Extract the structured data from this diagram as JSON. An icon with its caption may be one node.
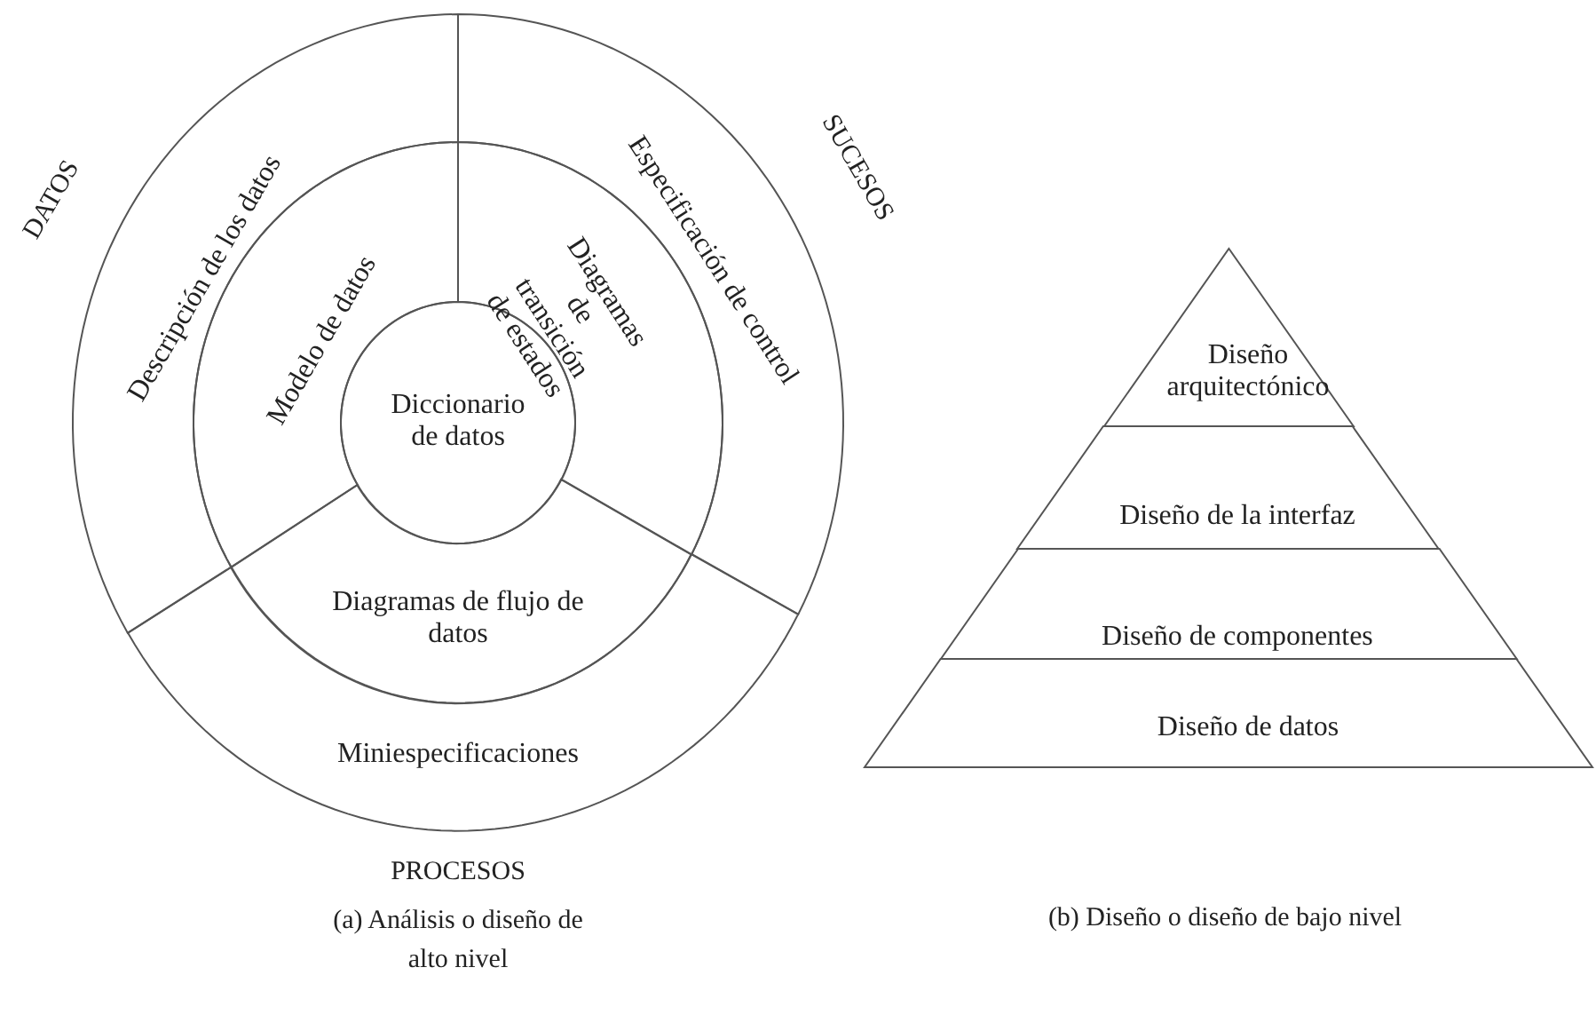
{
  "diagram": {
    "nodes": [
      {
        "text": [
          "Diccionario de datos"
        ]
      },
      {
        "text": [
          "Modelo de datos"
        ]
      },
      {
        "text": [
          "Diagramas de transición de estados"
        ]
      },
      {
        "text": [
          "Diagramas de flujo de datos"
        ]
      },
      {
        "text": [
          "Descripción de los datos"
        ]
      },
      {
        "text": [
          "Especificación de control"
        ]
      },
      {
        "text": [
          "Miniespecificaciones"
        ]
      },
      {
        "text": [
          "Diseño arquitectónico"
        ]
      },
      {
        "text": [
          "Diseño de la interfaz"
        ]
      },
      {
        "text": [
          "Diseño de componentes"
        ]
      },
      {
        "text": [
          "Diseño de datos"
        ]
      }
    ],
    "labels": [
      "DATOS",
      "SUCESOS",
      "PROCESOS",
      "(a) Análisis o diseño de alto nivel",
      "(b) Diseño o diseño de bajo nivel"
    ]
  }
}
